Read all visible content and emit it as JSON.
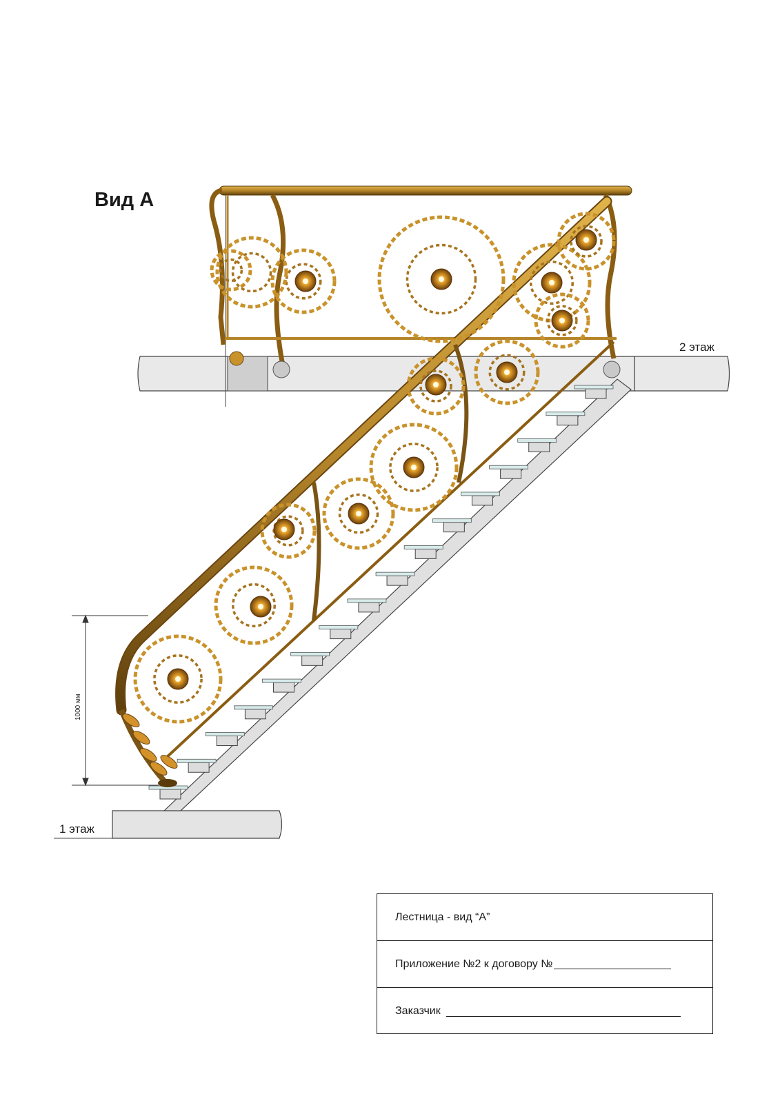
{
  "view_title": "Вид А",
  "floors": {
    "upper": "2 этаж",
    "lower": "1 этаж"
  },
  "dimension": {
    "label": "1000 мм"
  },
  "title_block": {
    "row1": "Лестница - вид “A”",
    "row2": "Приложение №2 к договору №",
    "row3": "Заказчик"
  },
  "colors": {
    "gold": "#c9922a",
    "gold_dark": "#7a5415",
    "rail": "#b5852a",
    "slab": "#e6e6e6",
    "tread": "#cfe3e3",
    "stringer": "#d9d9d9"
  }
}
